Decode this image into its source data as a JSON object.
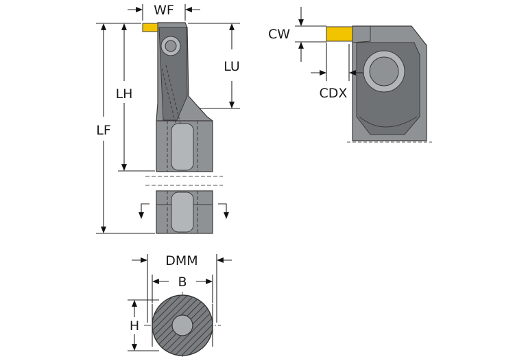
{
  "labels": {
    "wf": "WF",
    "lu": "LU",
    "lh": "LH",
    "lf": "LF",
    "cw": "CW",
    "cdx": "CDX",
    "dmm": "DMM",
    "b": "B",
    "h": "H"
  },
  "colors": {
    "insert": "#f2c400",
    "body": "#8f9294",
    "body_dark": "#6f7274",
    "body_light": "#b3b6b8",
    "line": "#222222"
  }
}
